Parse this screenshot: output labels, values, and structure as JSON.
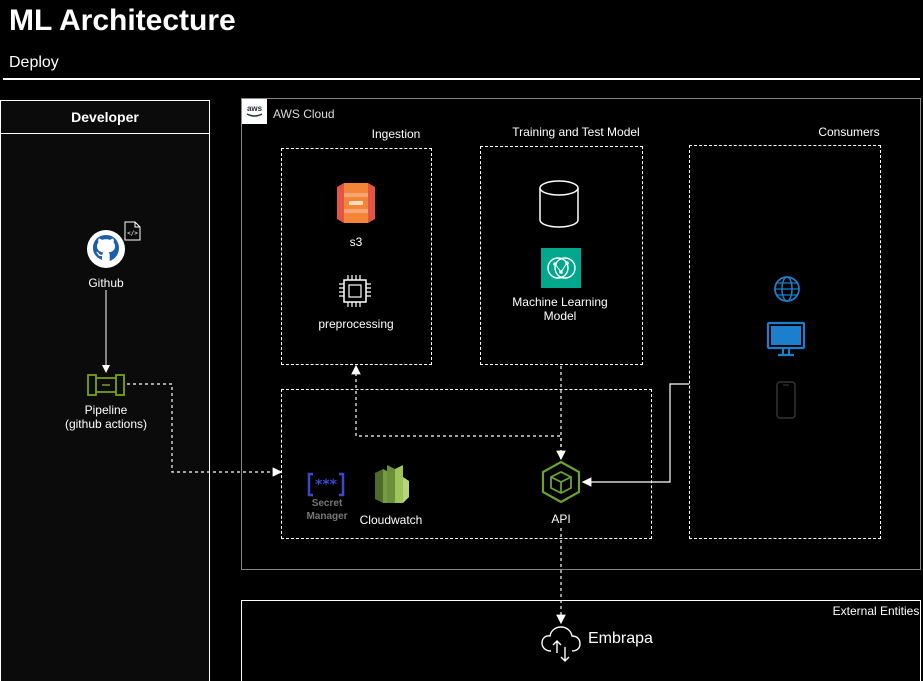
{
  "header": {
    "title": "ML Architecture",
    "subtitle": "Deploy"
  },
  "developer": {
    "title": "Developer",
    "github_label": "Github",
    "pipeline_label_1": "Pipeline",
    "pipeline_label_2": "(github actions)"
  },
  "aws": {
    "label": "AWS Cloud",
    "ingestion": {
      "title": "Ingestion",
      "s3_label": "s3",
      "preprocessing_label": "preprocessing"
    },
    "training": {
      "title": "Training and Test Model",
      "ml_label_1": "Machine Learning",
      "ml_label_2": "Model"
    },
    "consumers": {
      "title": "Consumers"
    },
    "services": {
      "secret_label_1": "Secret",
      "secret_label_2": "Manager",
      "cloudwatch_label": "Cloudwatch",
      "api_label": "API"
    }
  },
  "external": {
    "title": "External Entities",
    "embrapa_label": "Embrapa"
  },
  "colors": {
    "s3": "#f58536",
    "ml": "#01a88d",
    "api": "#6aa334",
    "secret": "#3b48cc",
    "cloudwatch": "#759c3e",
    "consumer": "#1b7fcc"
  }
}
